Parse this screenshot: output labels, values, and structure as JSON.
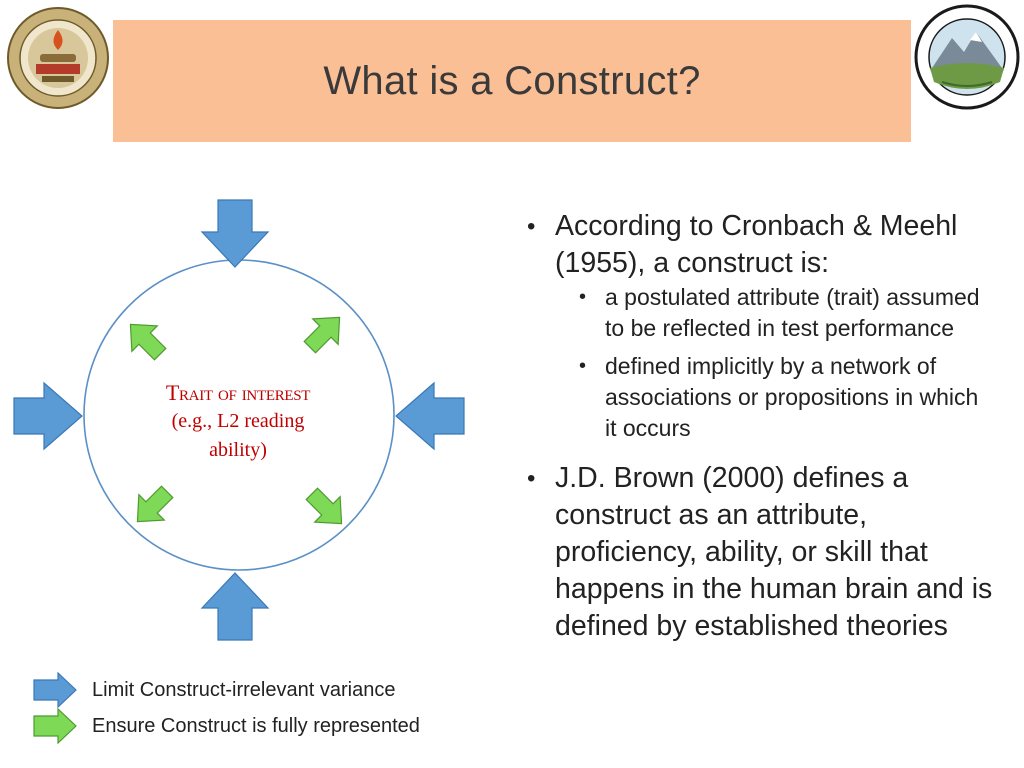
{
  "slide": {
    "title": "What is a Construct?"
  },
  "diagram": {
    "trait_title": "Trait of interest",
    "trait_subtitle_line1": "(e.g., L2 reading",
    "trait_subtitle_line2": "ability)",
    "outer_arrow_color": "#5b9bd5",
    "inner_arrow_color": "#7ed957",
    "circle_color": "#5b8fc7",
    "label_color": "#c00000"
  },
  "legend": {
    "blue_label": "Limit Construct-irrelevant variance",
    "green_label": "Ensure Construct is fully represented"
  },
  "content": {
    "bullets": [
      {
        "text": "According to Cronbach & Meehl (1955), a construct is:",
        "sub": [
          "a postulated attribute (trait) assumed to be reflected in test performance",
          "defined implicitly by a network of associations or propositions in which it occurs"
        ]
      },
      {
        "text": "J.D. Brown (2000) defines a construct as an attribute, proficiency, ability, or skill that happens in the human brain and is defined by established theories",
        "sub": []
      }
    ]
  },
  "logos": {
    "left_icon": "marshall-center-seal",
    "right_icon": "pltce-seal"
  }
}
